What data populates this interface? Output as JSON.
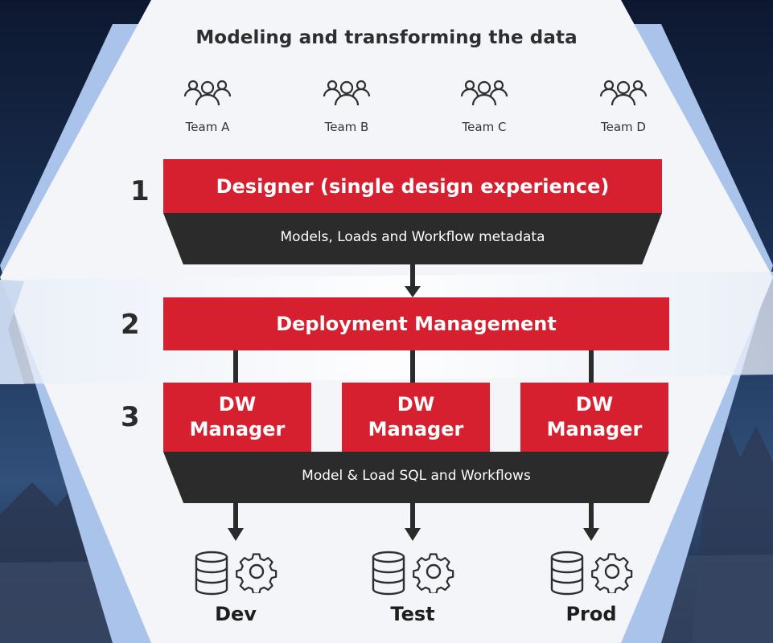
{
  "title": "Modeling and transforming the data",
  "teams": [
    {
      "label": "Team A",
      "icon": "people-icon"
    },
    {
      "label": "Team B",
      "icon": "people-icon"
    },
    {
      "label": "Team C",
      "icon": "people-icon"
    },
    {
      "label": "Team D",
      "icon": "people-icon"
    }
  ],
  "steps": {
    "one": {
      "number": "1",
      "label": "Designer (single design experience)",
      "band": "Models, Loads and Workflow metadata"
    },
    "two": {
      "number": "2",
      "label": "Deployment Management"
    },
    "three": {
      "number": "3",
      "managers": [
        {
          "line1": "DW",
          "line2": "Manager"
        },
        {
          "line1": "DW",
          "line2": "Manager"
        },
        {
          "line1": "DW",
          "line2": "Manager"
        }
      ],
      "band": "Model & Load SQL and Workflows"
    }
  },
  "environments": [
    {
      "label": "Dev",
      "icons": [
        "database-icon",
        "gear-icon"
      ]
    },
    {
      "label": "Test",
      "icons": [
        "database-icon",
        "gear-icon"
      ]
    },
    {
      "label": "Prod",
      "icons": [
        "database-icon",
        "gear-icon"
      ]
    }
  ],
  "colors": {
    "accent_red": "#d7202f",
    "dark_band": "#2b2b2b",
    "hex_blue": "#a9c3ea",
    "panel": "#f3f5f8"
  }
}
